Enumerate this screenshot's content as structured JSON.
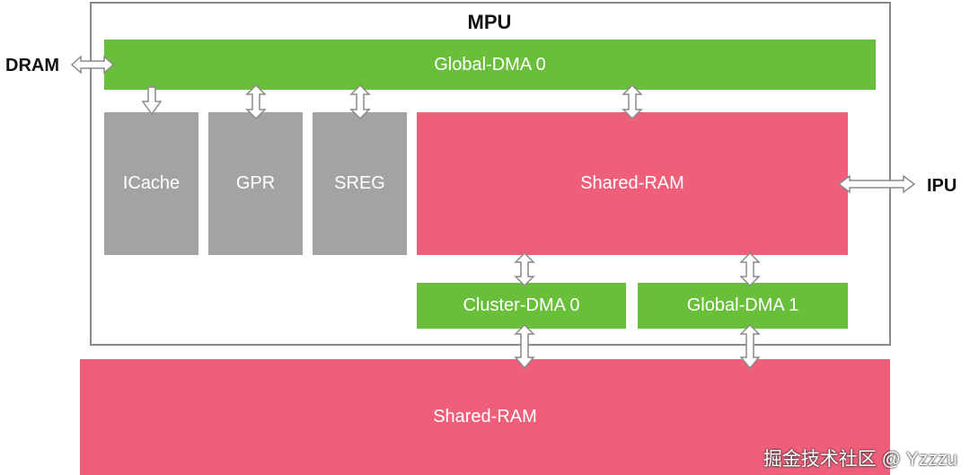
{
  "title": "MPU",
  "external": {
    "dram": "DRAM",
    "ipu": "IPU"
  },
  "blocks": {
    "global_dma_0": "Global-DMA 0",
    "icache": "ICache",
    "gpr": "GPR",
    "sreg": "SREG",
    "shared_ram_internal": "Shared-RAM",
    "cluster_dma_0": "Cluster-DMA 0",
    "global_dma_1": "Global-DMA 1",
    "shared_ram_external": "Shared-RAM"
  },
  "colors": {
    "dma": "#6abf3a",
    "memory_gray": "#a3a3a3",
    "shared_ram": "#ef5f7a",
    "frame": "#8a8a8a"
  },
  "watermark": "掘金技术社区 @ Yzzzu"
}
